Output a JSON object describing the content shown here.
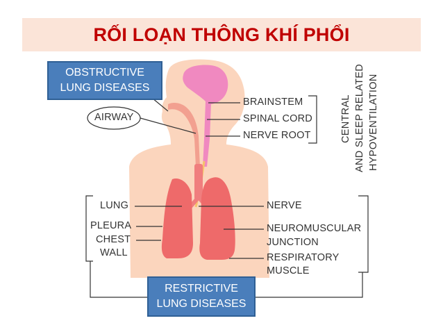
{
  "title": "RỐI LOẠN THÔNG KHÍ PHỔI",
  "boxes": {
    "obstructive": [
      "OBSTRUCTIVE",
      "LUNG DISEASES"
    ],
    "restrictive": [
      "RESTRICTIVE",
      "LUNG DISEASES"
    ]
  },
  "labels": {
    "airway": "AIRWAY",
    "brainstem": "BRAINSTEM",
    "spinal_cord": "SPINAL CORD",
    "nerve_root": "NERVE ROOT",
    "lung": "LUNG",
    "pleura": "PLEURA",
    "chest": "CHEST",
    "wall": "WALL",
    "nerve": "NERVE",
    "neuromuscular": "NEUROMUSCULAR",
    "junction": "JUNCTION",
    "respiratory": "RESPIRATORY",
    "muscle": "MUSCLE"
  },
  "vertical_group": [
    "CENTRAL",
    "AND SLEEP RELATED",
    "HYPOVENTILATION"
  ],
  "colors": {
    "title_bg": "#fbe4d8",
    "title_text": "#c00000",
    "box_bg": "#4a7ebb",
    "skin": "#fbd5bd",
    "brain": "#f089c0",
    "lung": "#ee6a6a",
    "line": "#333333"
  }
}
